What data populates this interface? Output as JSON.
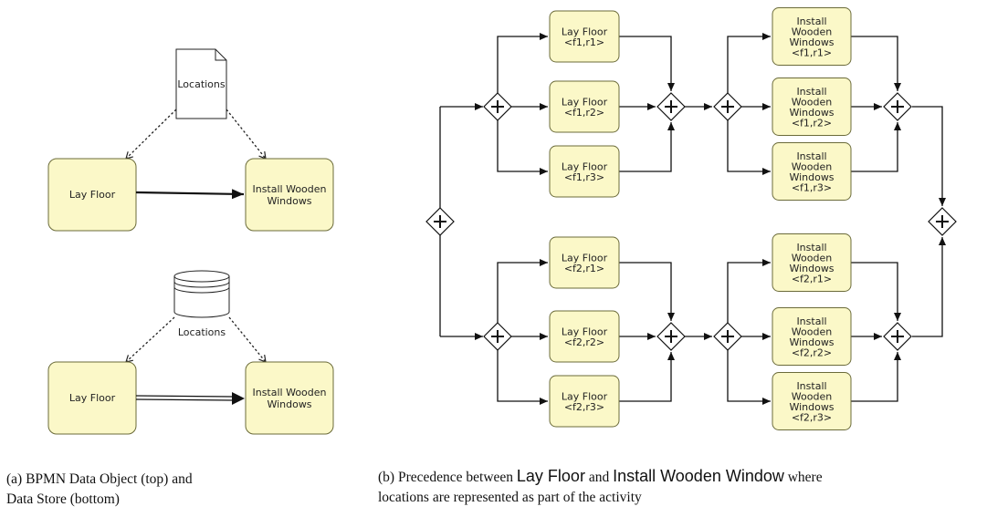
{
  "left": {
    "data_object_label": "Locations",
    "data_store_label": "Locations",
    "lay_floor": "Lay Floor",
    "install_lines": [
      "Install Wooden",
      "Windows"
    ]
  },
  "right": {
    "lay_floor": "Lay Floor",
    "install_lines": [
      "Install",
      "Wooden",
      "Windows"
    ],
    "locations": [
      [
        "<f1,r1>",
        "<f1,r2>",
        "<f1,r3>"
      ],
      [
        "<f2,r1>",
        "<f2,r2>",
        "<f2,r3>"
      ]
    ]
  },
  "captions": {
    "a_line1": "(a) BPMN Data Object (top) and",
    "a_line2": "Data Store (bottom)",
    "b_part1": "(b) Precedence between ",
    "b_term1": "Lay Floor",
    "b_part2": " and ",
    "b_term2": "Install Wooden Window",
    "b_part3": " where",
    "b_line2": "locations are represented as part of the activity"
  }
}
